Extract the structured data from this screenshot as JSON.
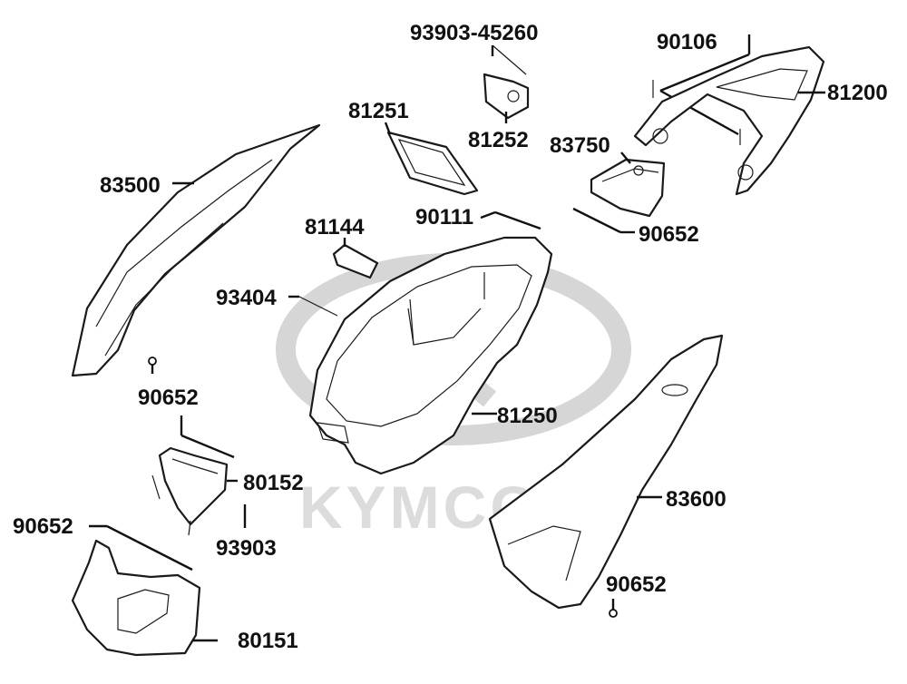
{
  "watermark": {
    "brand": "KYMCO"
  },
  "parts": {
    "p93903_45260": "93903-45260",
    "p90106": "90106",
    "p81251": "81251",
    "p81200": "81200",
    "p81252": "81252",
    "p83750": "83750",
    "p83500": "83500",
    "p90111": "90111",
    "p81144": "81144",
    "p90652_a": "90652",
    "p93404": "93404",
    "p90652_b": "90652",
    "p81250": "81250",
    "p80152": "80152",
    "p83600": "83600",
    "p90652_c": "90652",
    "p93903": "93903",
    "p90652_d": "90652",
    "p80151": "80151"
  }
}
